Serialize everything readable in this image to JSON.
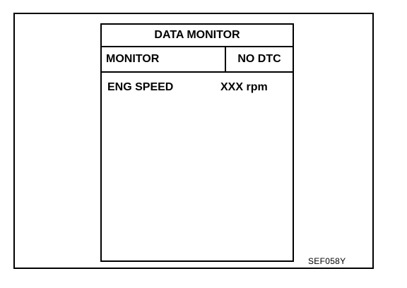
{
  "screen": {
    "title": "DATA MONITOR",
    "header": {
      "monitor_label": "MONITOR",
      "status_label": "NO DTC"
    },
    "rows": [
      {
        "label": "ENG SPEED",
        "value": "XXX rpm"
      }
    ]
  },
  "figure_code": "SEF058Y"
}
